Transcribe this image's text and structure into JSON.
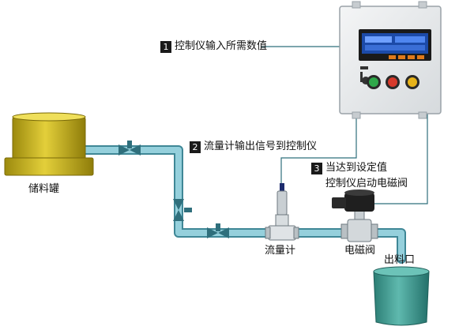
{
  "steps": [
    {
      "num": "1",
      "text": "控制仪输入所需数值"
    },
    {
      "num": "2",
      "text": "流量计输出信号到控制仪"
    },
    {
      "num": "3",
      "text": "当达到设定值",
      "text2": "控制仪启动电磁阀"
    }
  ],
  "components": {
    "tank": "储料罐",
    "flowmeter": "流量计",
    "valve": "电磁阀",
    "outlet": "出料口"
  },
  "colors": {
    "pipe": "#8fcad6",
    "pipe_edge": "#3f8796",
    "tank": "#c8b21a",
    "outlet_bucket": "#3f9a90",
    "cabinet": "#e9ecee",
    "lcd": "#1c4aa8",
    "btn_green": "#2fa84a",
    "btn_red": "#d63a2c",
    "btn_yellow": "#e7b31a"
  }
}
